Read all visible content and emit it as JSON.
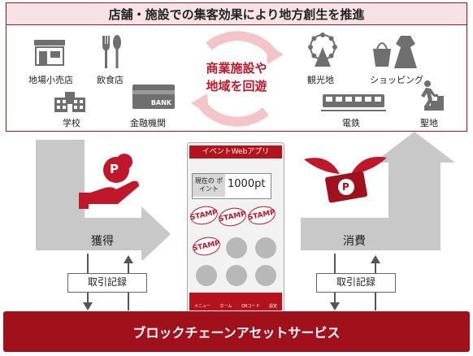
{
  "header": {
    "title": "店舗・施設での集客効果により地方創生を推進"
  },
  "left_places": [
    {
      "label": "地場小売店",
      "icon": "store-icon"
    },
    {
      "label": "飲食店",
      "icon": "fork-spoon-icon"
    },
    {
      "label": "学校",
      "icon": "school-icon"
    },
    {
      "label": "金融機関",
      "icon": "bank-card-icon",
      "card_text": "BANK"
    }
  ],
  "center": {
    "line1": "商業施設や",
    "line2": "地域を回遊"
  },
  "right_places": [
    {
      "label": "観光地",
      "icon": "ferris-wheel-icon"
    },
    {
      "label": "ショッピング",
      "icon": "shopping-icon"
    },
    {
      "label": "電鉄",
      "icon": "train-icon"
    },
    {
      "label": "聖地",
      "icon": "pilgrim-icon"
    }
  ],
  "flow": {
    "earn_label": "獲得",
    "spend_label": "消費",
    "record_left": "取引記録",
    "record_right": "取引記録",
    "coin_symbol": "P"
  },
  "phone": {
    "app_title": "イベントWebアプリ",
    "points_label": "現在の ポイント",
    "points_value": "1000pt",
    "stamp_text": "STAMP",
    "footer_tabs": [
      "メニュー",
      "ホーム",
      "QRコード",
      "設定"
    ]
  },
  "footer": {
    "title": "ブロックチェーンアセットサービス"
  },
  "colors": {
    "brand": "#b5121b",
    "banner_bg": "#f7e3e5",
    "arrow_gray": "#c8c8c8",
    "icon_gray": "#6f6f6f"
  }
}
